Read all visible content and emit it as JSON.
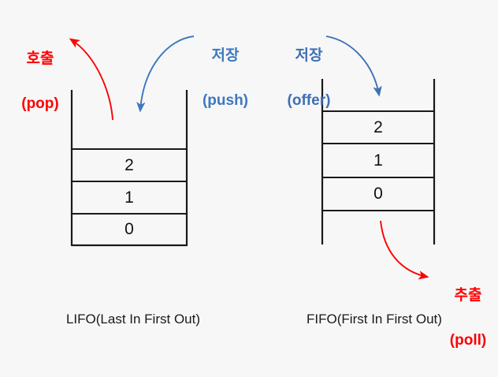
{
  "background_color": "#f7f7f7",
  "colors": {
    "pop_red": "#ff0000",
    "poll_red": "#ff0000",
    "push_blue": "#3d78c0",
    "offer_blue": "#3f6fb5",
    "box_stroke": "#1a1a1a",
    "text": "#111111"
  },
  "diagram": {
    "title_left": "LIFO(Last In First Out)",
    "title_right": "FIFO(First In First Out)",
    "stack": {
      "name": "LIFO stack",
      "caption": "LIFO(Last In First Out)",
      "cells": [
        {
          "value": "2"
        },
        {
          "value": "1"
        },
        {
          "value": "0"
        }
      ],
      "in_label": {
        "ko": "저장",
        "en": "(push)"
      },
      "out_label": {
        "ko": "호출",
        "en": "(pop)"
      }
    },
    "queue": {
      "name": "FIFO queue",
      "caption": "FIFO(First In First Out)",
      "cells": [
        {
          "value": "2"
        },
        {
          "value": "1"
        },
        {
          "value": "0"
        }
      ],
      "in_label": {
        "ko": "저장",
        "en": "(offer)"
      },
      "out_label": {
        "ko": "추출",
        "en": "(poll)"
      }
    }
  }
}
